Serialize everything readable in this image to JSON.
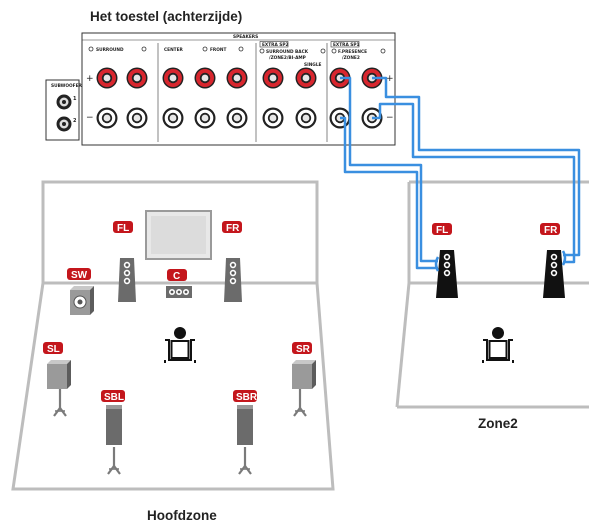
{
  "title": "Het toestel (achterzijde)",
  "panel": {
    "speakers_header": "SPEAKERS",
    "surround": "SURROUND",
    "center": "CENTER",
    "front": "FRONT",
    "extra1": "EXTRA SP2",
    "sb_line1": "SURROUND BACK",
    "sb_line2": "/ZONE2/BI-AMP",
    "single": "SINGLE",
    "extra2": "EXTRA SP1",
    "fp_line1": "F.PRESENCE",
    "fp_line2": "/ZONE2",
    "subwoofer": "SUBWOOFER",
    "sub1": "1",
    "sub2": "2",
    "plus": "+",
    "minus": "−"
  },
  "main_zone": {
    "label": "Hoofdzone",
    "speakers": {
      "fl": "FL",
      "fr": "FR",
      "sw": "SW",
      "c": "C",
      "sl": "SL",
      "sr": "SR",
      "sbl": "SBL",
      "sbr": "SBR"
    }
  },
  "zone2": {
    "label": "Zone2",
    "speakers": {
      "fl": "FL",
      "fr": "FR"
    }
  },
  "colors": {
    "cable": "#3a8fe0",
    "terminal_red": "#d8262e",
    "badge": "#c4161c",
    "room": "#bdbdbd"
  }
}
